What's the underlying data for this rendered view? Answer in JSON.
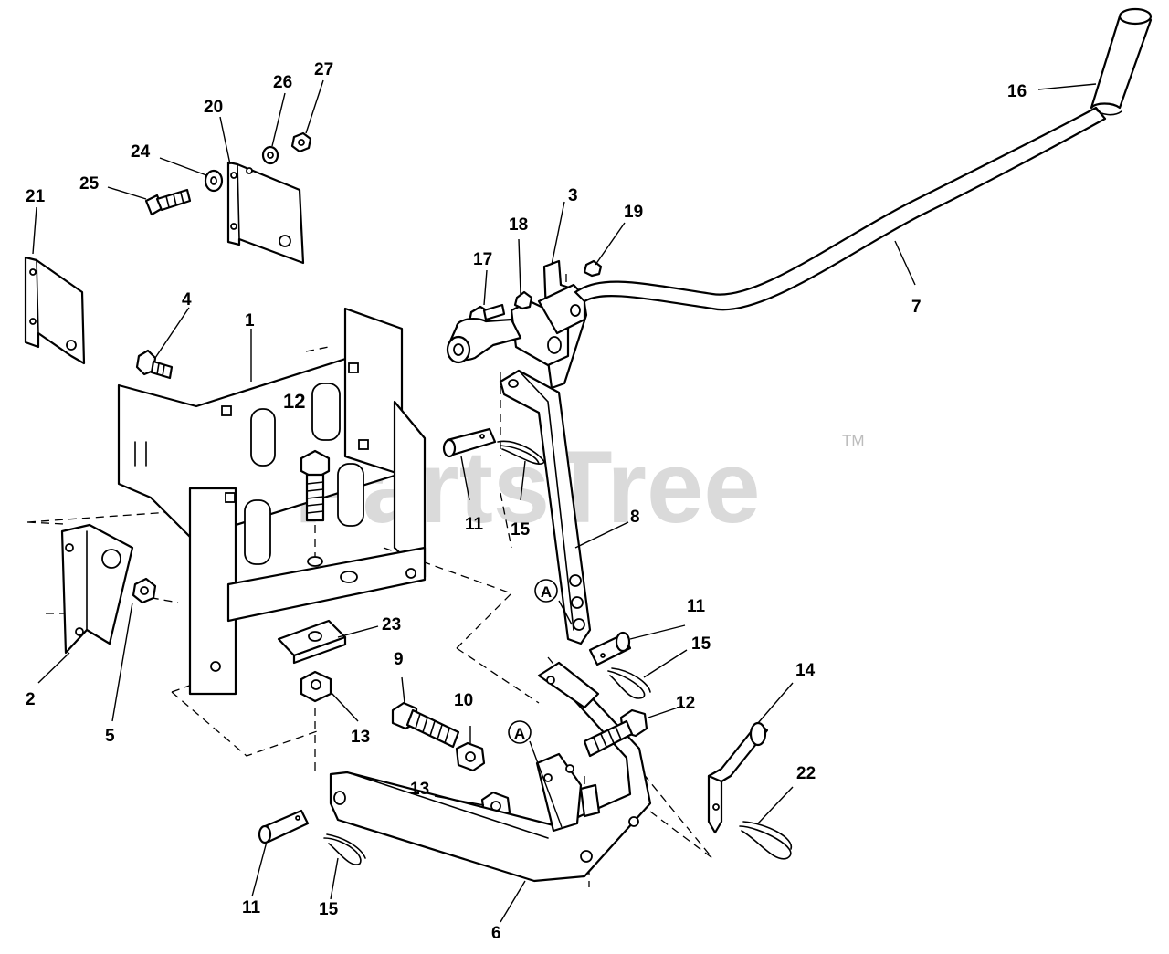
{
  "watermark": {
    "text": "PartsTree",
    "tm": "TM"
  },
  "callouts": {
    "c1": "1",
    "c2": "2",
    "c3": "3",
    "c4": "4",
    "c5": "5",
    "c6": "6",
    "c7": "7",
    "c8": "8",
    "c9": "9",
    "c10": "10",
    "c11a": "11",
    "c11b": "11",
    "c11c": "11",
    "c12a": "12",
    "c12b": "12",
    "c13a": "13",
    "c13b": "13",
    "c14": "14",
    "c15a": "15",
    "c15b": "15",
    "c15c": "15",
    "c16": "16",
    "c17": "17",
    "c18": "18",
    "c19": "19",
    "c20": "20",
    "c21": "21",
    "c22": "22",
    "c23": "23",
    "c24": "24",
    "c25": "25",
    "c26": "26",
    "c27": "27",
    "refA1": "A",
    "refA2": "A"
  }
}
